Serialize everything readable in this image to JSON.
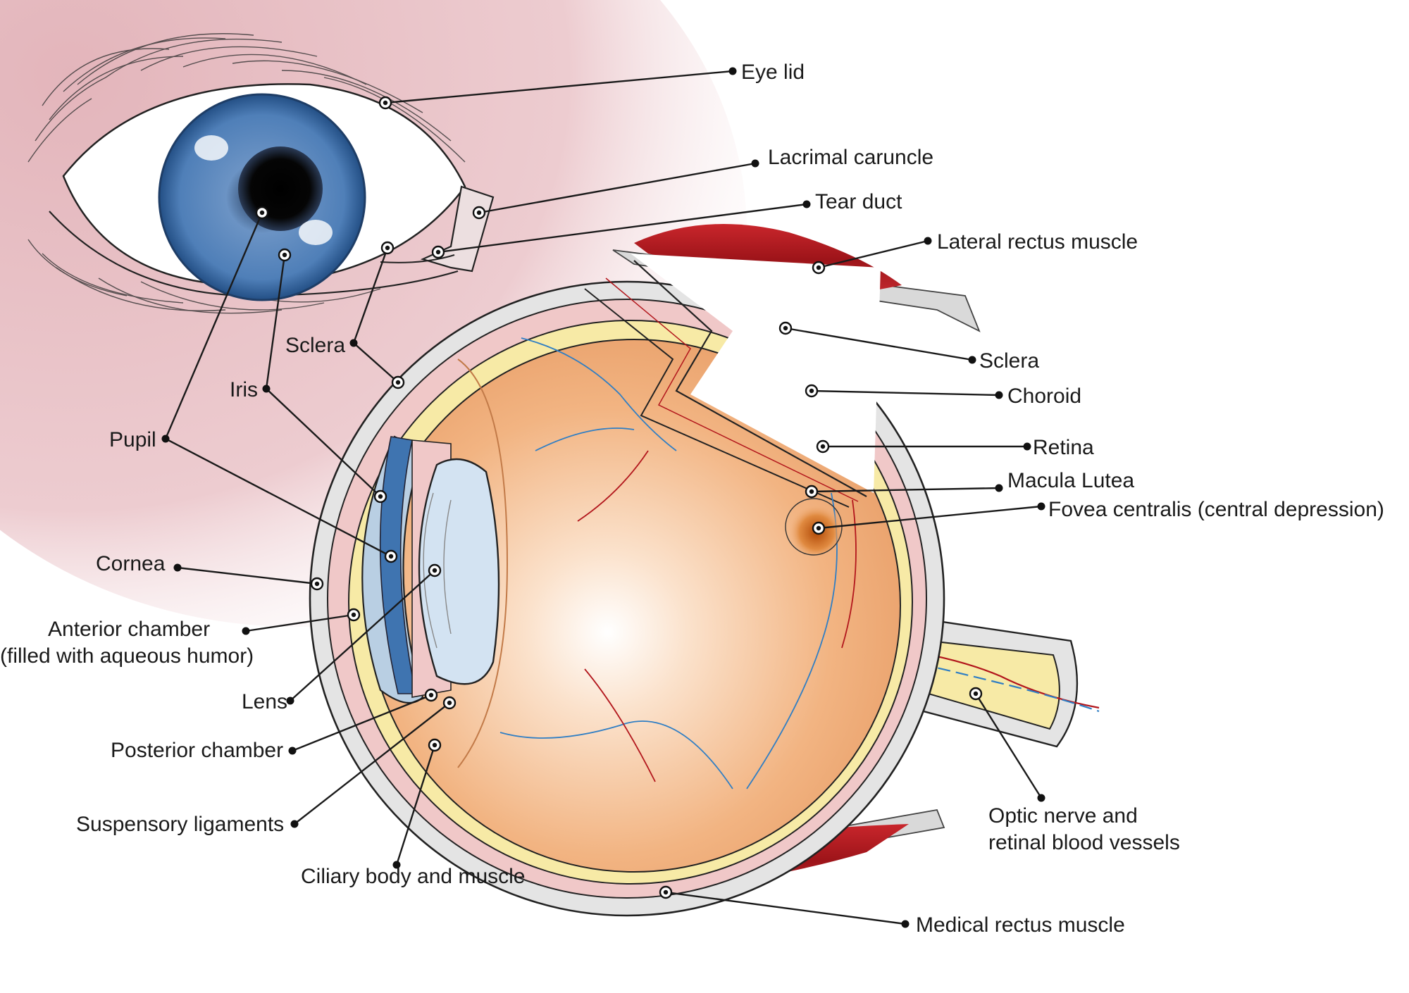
{
  "labels": {
    "eye_lid": "Eye lid",
    "lacrimal_caruncle": "Lacrimal caruncle",
    "tear_duct": "Tear duct",
    "lateral_rectus": "Lateral rectus muscle",
    "sclera_left": "Sclera",
    "sclera_right": "Sclera",
    "iris": "Iris",
    "pupil": "Pupil",
    "choroid": "Choroid",
    "retina": "Retina",
    "macula": "Macula Lutea",
    "fovea": "Fovea centralis (central depression)",
    "cornea": "Cornea",
    "anterior_chamber_1": "Anterior chamber",
    "anterior_chamber_2": "(filled with aqueous humor)",
    "lens": "Lens",
    "posterior_chamber": "Posterior chamber",
    "suspensory": "Suspensory ligaments",
    "ciliary": "Ciliary body and muscle",
    "optic_1": "Optic nerve and",
    "optic_2": "retinal blood vessels",
    "medial_rectus": "Medical rectus muscle"
  },
  "colors": {
    "skin": "#e9c4c8",
    "iris": "#3f74b0",
    "sclera": "#e4e4e4",
    "choroid": "#f0c8c8",
    "retina": "#f7eaa6",
    "vitreous": "#f0b07a",
    "muscle": "#b01c22",
    "cornea": "#b9cfe3",
    "lens": "#d3e3f2"
  }
}
